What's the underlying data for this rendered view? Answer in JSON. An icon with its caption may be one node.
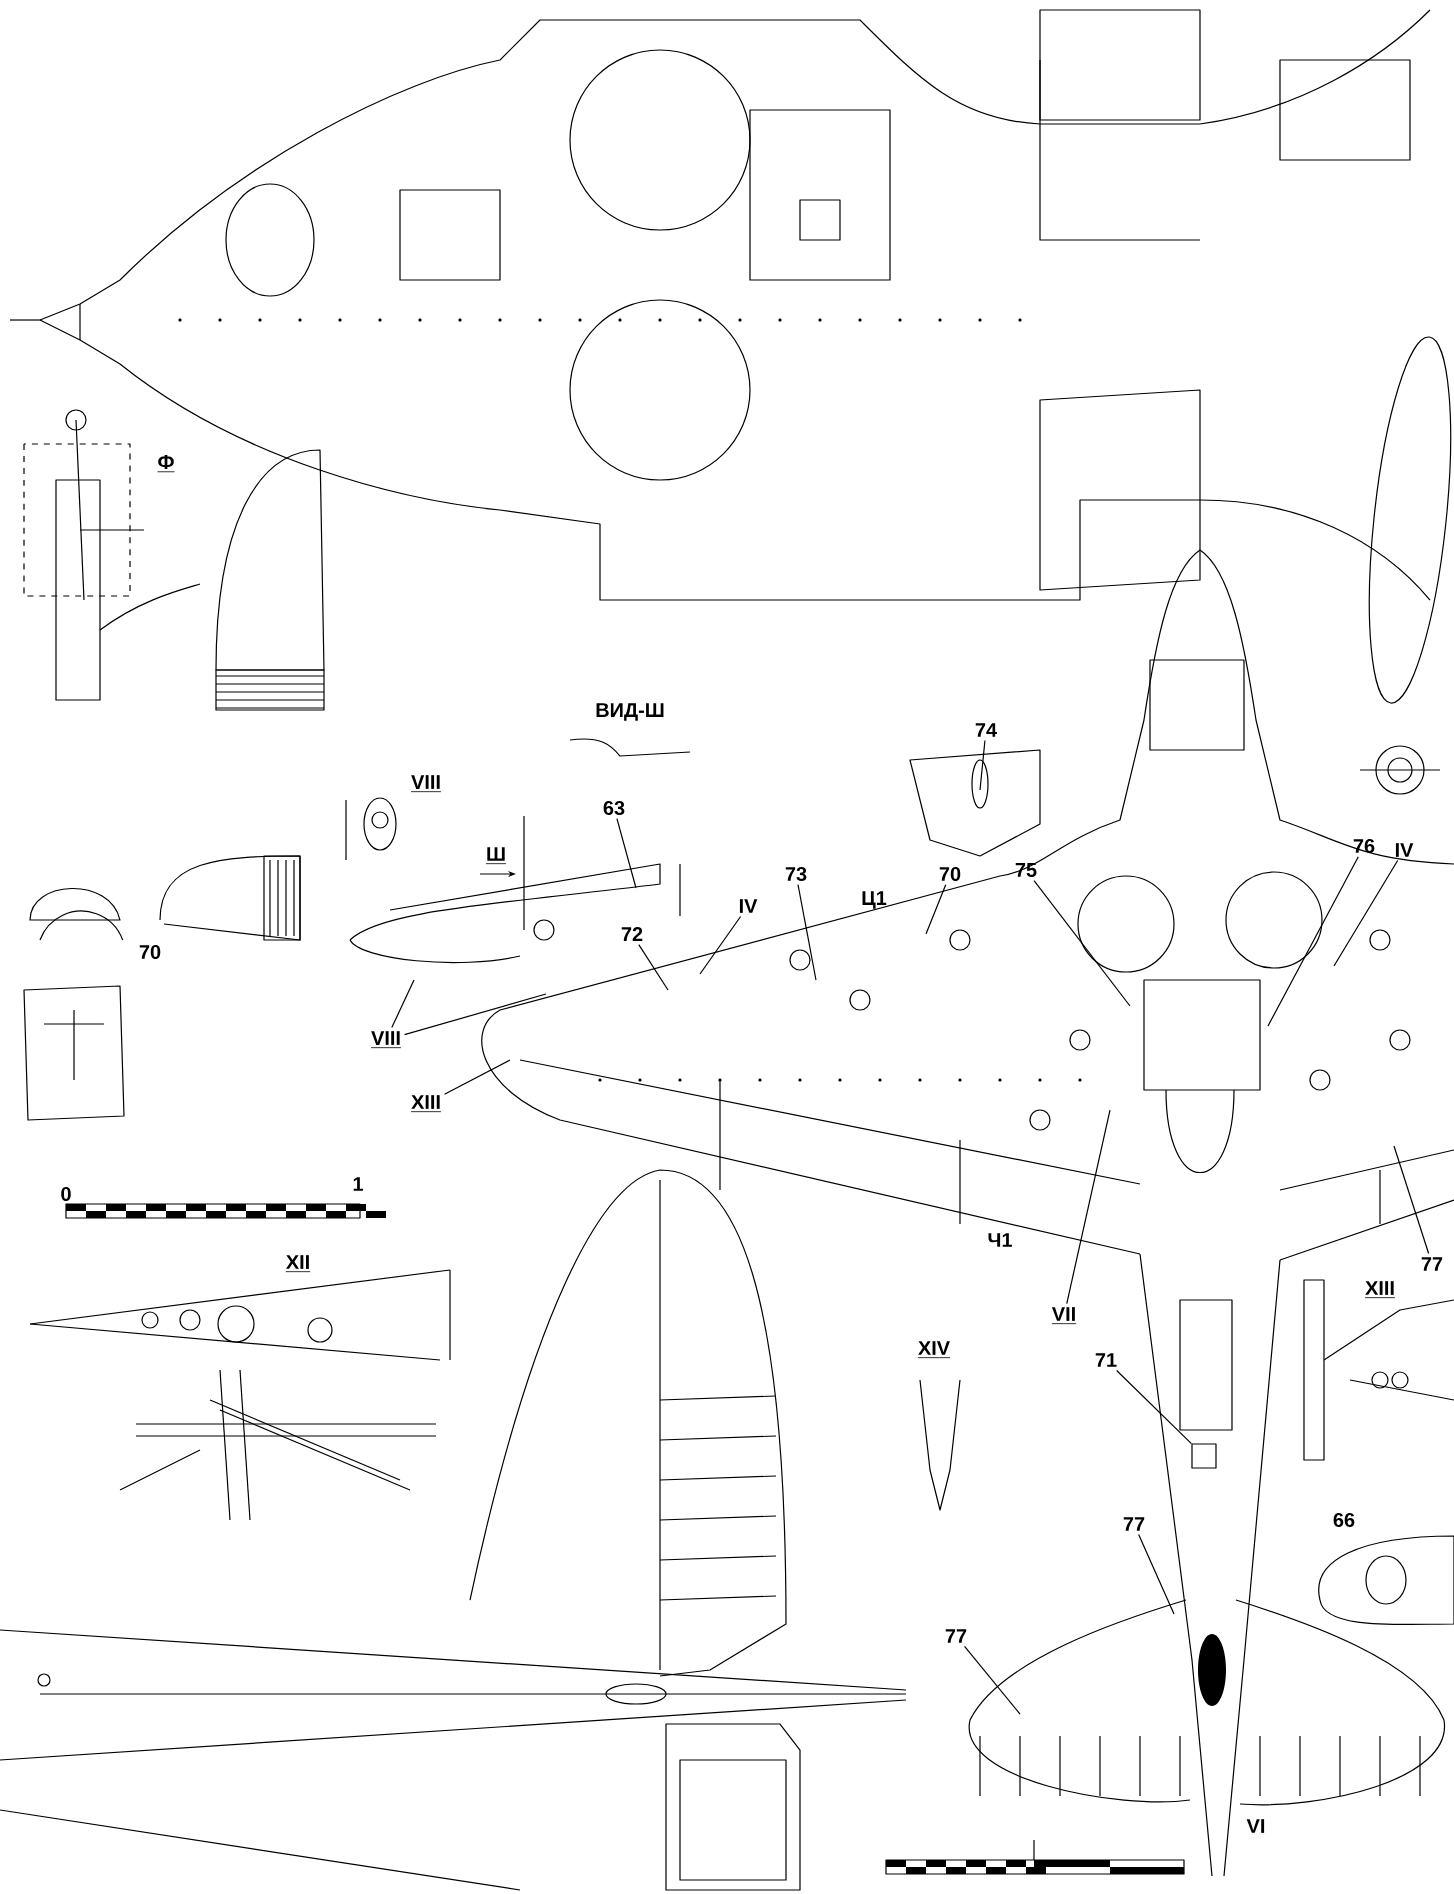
{
  "diagram": {
    "nodes": [
      {
        "text": [
          "63"
        ]
      },
      {
        "text": [
          "72"
        ]
      },
      {
        "text": [
          "IV"
        ]
      },
      {
        "text": [
          "73"
        ]
      },
      {
        "text": [
          "70"
        ]
      },
      {
        "text": [
          "74"
        ]
      },
      {
        "text": [
          "75"
        ]
      },
      {
        "text": [
          "76"
        ]
      },
      {
        "text": [
          "IV"
        ]
      },
      {
        "text": [
          "77"
        ]
      },
      {
        "text": [
          "VIII"
        ]
      },
      {
        "text": [
          "XIII"
        ]
      },
      {
        "text": [
          "VII"
        ]
      },
      {
        "text": [
          "71"
        ]
      },
      {
        "text": [
          "77"
        ]
      },
      {
        "text": [
          "77"
        ]
      },
      {
        "text": [],
        "shape": "box"
      }
    ],
    "edges": [
      {
        "from": 0,
        "to": null,
        "arrow": "none"
      },
      {
        "from": 1,
        "to": null,
        "arrow": "none"
      },
      {
        "from": 2,
        "to": null,
        "arrow": "none"
      },
      {
        "from": 3,
        "to": null,
        "arrow": "none"
      },
      {
        "from": 4,
        "to": null,
        "arrow": "none"
      },
      {
        "from": 5,
        "to": null,
        "arrow": "none"
      },
      {
        "from": 6,
        "to": null,
        "arrow": "none"
      },
      {
        "from": 7,
        "to": null,
        "arrow": "none"
      },
      {
        "from": 8,
        "to": null,
        "arrow": "none"
      },
      {
        "from": 9,
        "to": null,
        "arrow": "none"
      },
      {
        "from": 10,
        "to": null,
        "arrow": "none"
      },
      {
        "from": 10,
        "to": null,
        "arrow": "none"
      },
      {
        "from": 11,
        "to": null,
        "arrow": "none"
      },
      {
        "from": 12,
        "to": null,
        "arrow": "none"
      },
      {
        "from": 13,
        "to": 16,
        "arrow": "none"
      },
      {
        "from": 14,
        "to": null,
        "arrow": "none"
      },
      {
        "from": 15,
        "to": null,
        "arrow": "none"
      }
    ],
    "labels": [
      "Ф",
      "ВИД-Ш",
      "VIII",
      "Ш",
      "70",
      "Ц1",
      "Ч1",
      "0",
      "1",
      "XII",
      "XIII",
      "XIV",
      "66",
      "VI"
    ]
  }
}
